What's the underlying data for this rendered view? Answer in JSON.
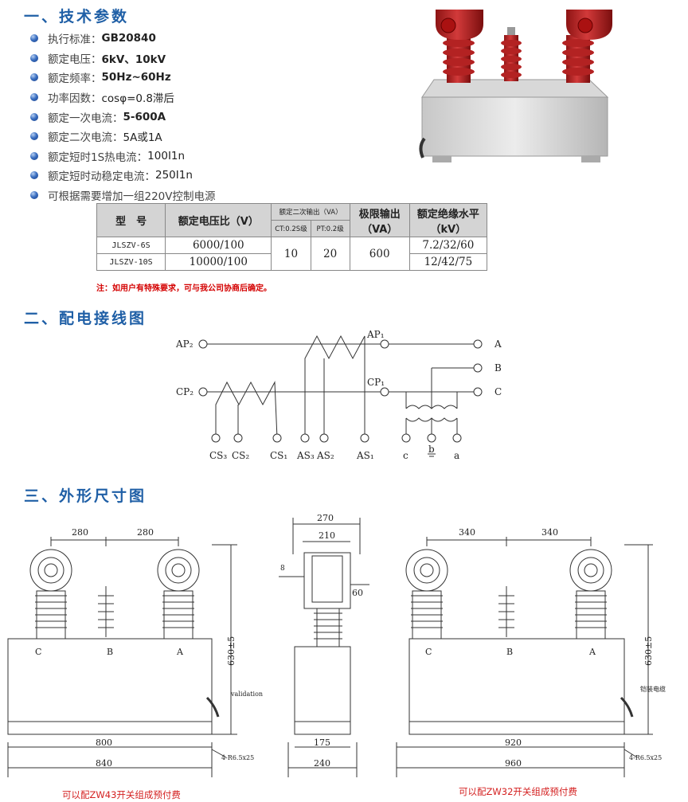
{
  "sections": {
    "tech": "一、技术参数",
    "wiring": "二、配电接线图",
    "dims": "三、外形尺寸图"
  },
  "specs": [
    {
      "label": "执行标准：",
      "value": "GB20840"
    },
    {
      "label": "额定电压：",
      "value": "6kV、10kV"
    },
    {
      "label": "额定频率：",
      "value": "50Hz~60Hz"
    },
    {
      "label": "功率因数：",
      "value": "cosφ=0.8滞后"
    },
    {
      "label": "额定一次电流：",
      "value": "5-600A"
    },
    {
      "label": "额定二次电流：",
      "value": "5A或1A"
    },
    {
      "label": "额定短时1S热电流：",
      "value": "100I1n"
    },
    {
      "label": "额定短时动稳定电流：",
      "value": "250I1n"
    },
    {
      "label": "可根据需要增加一组220V控制电源",
      "value": ""
    }
  ],
  "table": {
    "headers": {
      "model": "型　号",
      "ratio": "额定电压比（V）",
      "secondary": "额定二次输出（VA）",
      "ct": "CT:0.2S级",
      "pt": "PT:0.2级",
      "limit": "极限输出（VA）",
      "insulation": "额定绝缘水平（kV）"
    },
    "rows": [
      {
        "model": "JLSZV-6S",
        "ratio": "6000/100",
        "insulation": "7.2/32/60"
      },
      {
        "model": "JLSZV-10S",
        "ratio": "10000/100",
        "insulation": "12/42/75"
      }
    ],
    "ct_value": "10",
    "pt_value": "20",
    "limit_value": "600"
  },
  "note": "注：如用户有特殊要求，可与我公司协商后确定。",
  "wiring": {
    "ap2": "AP₂",
    "ap1": "AP₁",
    "cp2": "CP₂",
    "cp1": "CP₁",
    "A": "A",
    "B": "B",
    "C": "C",
    "bottom": [
      "CS₃",
      "CS₂",
      "CS₁",
      "AS₃",
      "AS₂",
      "AS₁",
      "c",
      "b",
      "a"
    ]
  },
  "dim_left": {
    "w1": "280",
    "w2": "280",
    "height": "630±5",
    "base1": "800",
    "base2": "840",
    "phases": [
      "C",
      "B",
      "A"
    ],
    "cable": "validation",
    "hole": "4-R6.5x25"
  },
  "dim_mid": {
    "w1": "270",
    "w2": "210",
    "side": "60",
    "left": "8",
    "base1": "175",
    "base2": "240"
  },
  "dim_right": {
    "w1": "340",
    "w2": "340",
    "height": "630±5",
    "base1": "920",
    "base2": "960",
    "phases": [
      "C",
      "B",
      "A"
    ],
    "cable": "铠装电缆",
    "hole": "4-R6.5x25"
  },
  "captions": {
    "left": "可以配ZW43开关组成预付费",
    "right": "可以配ZW32开关组成预付费"
  }
}
